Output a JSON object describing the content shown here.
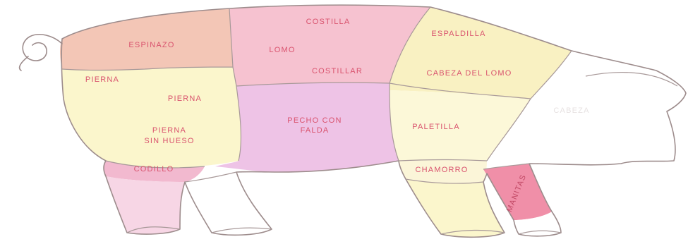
{
  "diagram": {
    "cuts": {
      "espinazo": "ESPINAZO",
      "costilla": "COSTILLA",
      "lomo": "LOMO",
      "costillar": "COSTILLAR",
      "espaldilla": "ESPALDILLA",
      "cabeza_del_lomo": "CABEZA DEL LOMO",
      "pierna_top": "PIERNA",
      "pierna_mid": "PIERNA",
      "pierna_sin_hueso_1": "PIERNA",
      "pierna_sin_hueso_2": "SIN HUESO",
      "pecho_con_falda_1": "PECHO CON",
      "pecho_con_falda_2": "FALDA",
      "paletilla": "PALETILLA",
      "cabeza": "CABEZA",
      "codillo": "CODILLO",
      "chamorro": "CHAMORRO",
      "manitas": "MANITAS"
    },
    "colors": {
      "espinazo": "#f3c6b6",
      "back": "#f6c2d0",
      "espaldilla": "#f9f1c2",
      "pierna": "#fbf6cc",
      "pecho": "#eec3e6",
      "paletilla": "#fcf8d8",
      "head": "#ffffff",
      "manitas": "#f08fa8",
      "hind_leg": "#f6d9e6",
      "outline": "#9d8c8c",
      "label": "#d9536e"
    }
  }
}
